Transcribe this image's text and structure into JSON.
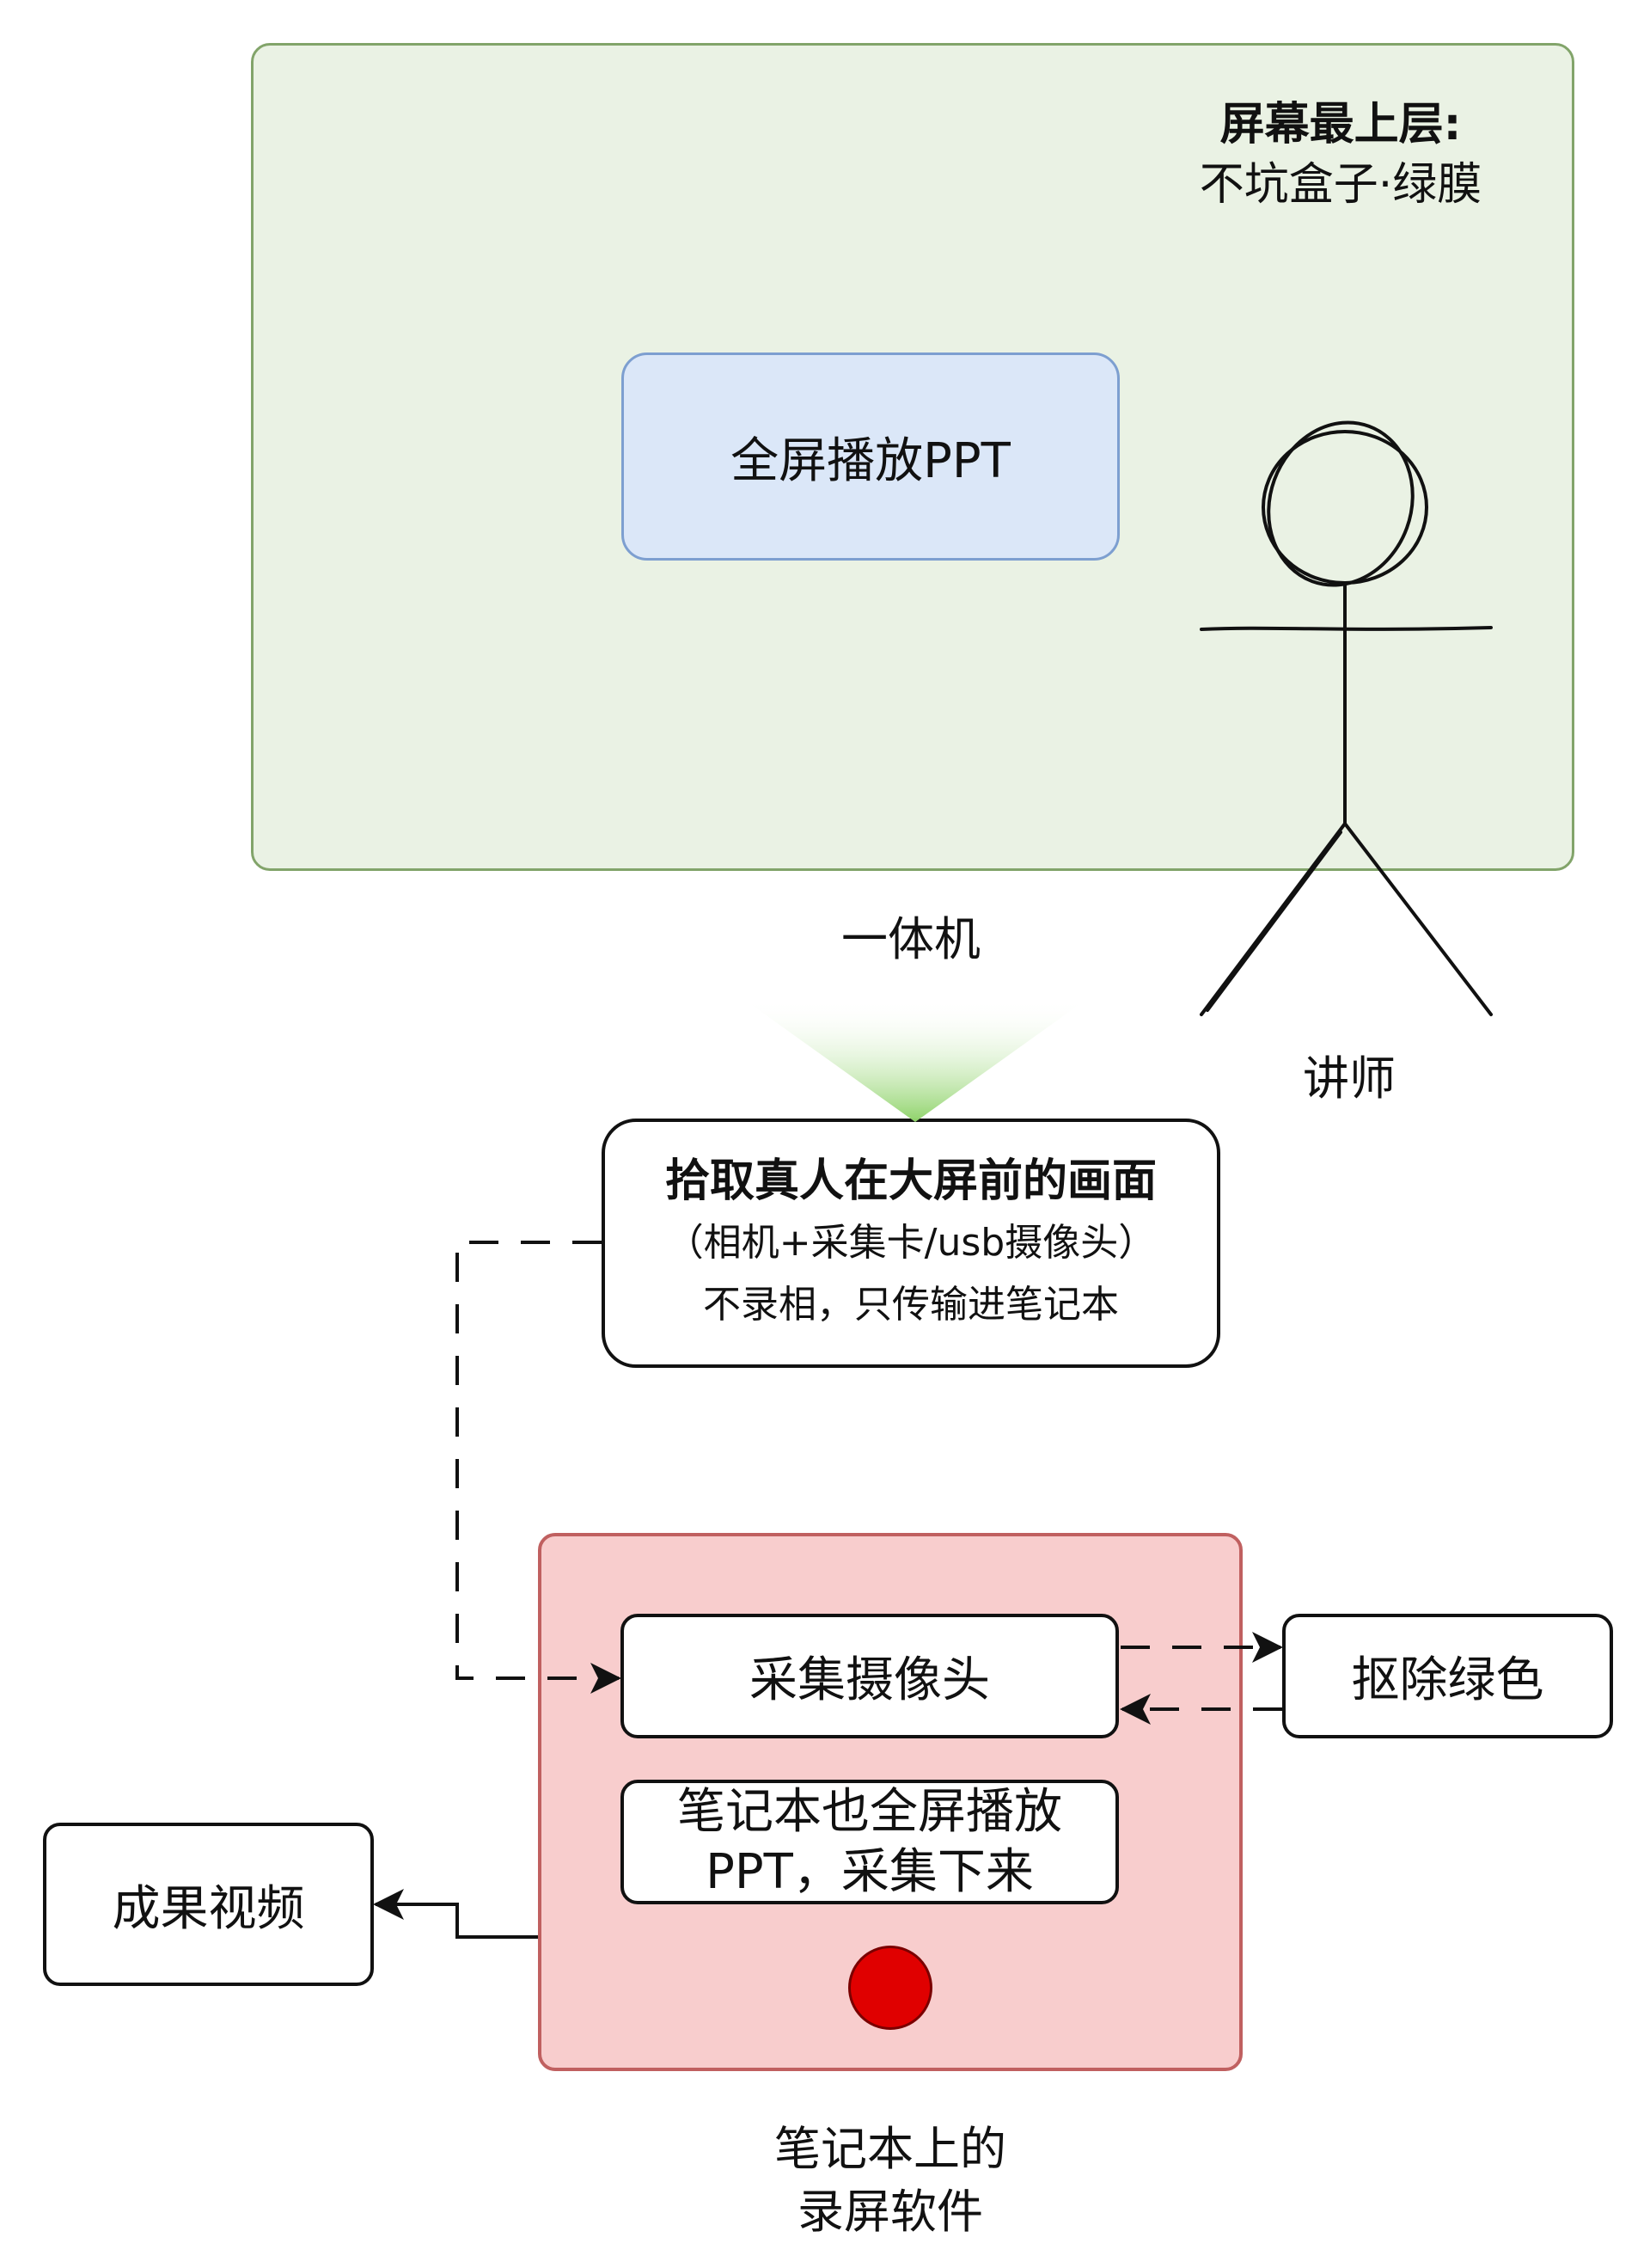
{
  "screen": {
    "title_bold": "屏幕最上层:",
    "title_sub": "不坑盒子·绿膜",
    "ppt_box": "全屏播放PPT",
    "caption": "一体机",
    "speaker_label": "讲师"
  },
  "capture": {
    "title": "拾取真人在大屏前的画面",
    "line1": "（相机+采集卡/usb摄像头）",
    "line2": "不录相，只传输进笔记本"
  },
  "recorder": {
    "camera_box": "采集摄像头",
    "ppt_line1": "笔记本也全屏播放",
    "ppt_line2": "PPT，采集下来",
    "caption_line1": "笔记本上的",
    "caption_line2": "录屏软件"
  },
  "keying_box": "抠除绿色",
  "output_box": "成果视频",
  "colors": {
    "screen_fill": "#eaf2e4",
    "screen_border": "#82a46a",
    "ppt_fill": "#dbe7f8",
    "ppt_border": "#7d9fd0",
    "recorder_fill": "#f8cdcd",
    "recorder_border": "#c06060",
    "record_dot": "#e00000",
    "beam": "#8fd36a"
  }
}
